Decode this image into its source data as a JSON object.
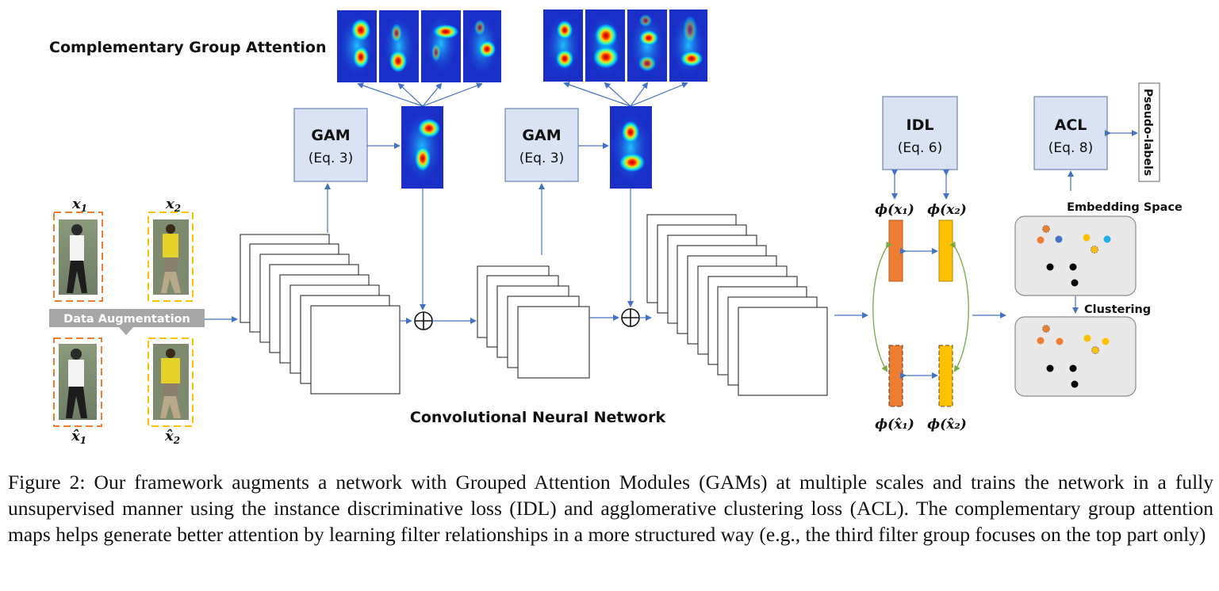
{
  "figure": {
    "title_attention": "Complementary Group Attention",
    "gam_label": "GAM",
    "gam_eq": "(Eq. 3)",
    "idl_label": "IDL",
    "idl_eq": "(Eq. 6)",
    "acl_label": "ACL",
    "acl_eq": "(Eq. 8)",
    "pseudo_labels": "Pseudo-labels",
    "embedding_space": "Embedding Space",
    "clustering": "Clustering",
    "data_augmentation": "Data Augmentation",
    "cnn_label": "Convolutional Neural Network",
    "x1": "x",
    "x1_sub": "1",
    "x2": "x",
    "x2_sub": "2",
    "x1_hat": "x̂",
    "x1_hat_sub": "1",
    "x2_hat": "x̂",
    "x2_hat_sub": "2",
    "phi_x1": "ϕ(x₁)",
    "phi_x2": "ϕ(x₂)",
    "phi_x1_hat": "ϕ(x̂₁)",
    "phi_x2_hat": "ϕ(x̂₂)",
    "colors": {
      "box_fill": "#dae3f3",
      "box_stroke": "#6b86b7",
      "arrow": "#4472c4",
      "orange": "#ed7d31",
      "yellow": "#ffc000",
      "green_arrow": "#70ad47",
      "embed_fill": "#e8e8e8",
      "cyan": "#1fb2e8",
      "blue_dot": "#4472c4",
      "aug_banner": "#a6a6a6"
    }
  },
  "caption": {
    "text": "Figure 2: Our framework augments a network with Grouped Attention Modules (GAMs) at multiple scales and trains the network in a fully unsupervised manner using the instance discriminative loss (IDL) and agglomerative clustering loss (ACL). The complementary group attention maps helps generate better attention by learning filter relationships in a more structured way (e.g., the third filter group focuses on the top part only)"
  }
}
